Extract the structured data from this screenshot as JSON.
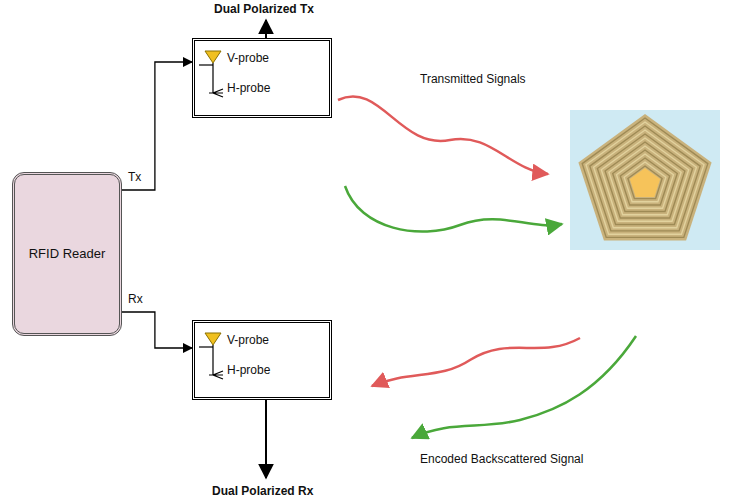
{
  "diagram": {
    "nodes": [
      {
        "text": [
          "RFID Reader"
        ]
      },
      {
        "text": [
          "V-probe",
          "H-probe"
        ]
      },
      {
        "text": [
          "V-probe",
          "H-probe"
        ]
      }
    ],
    "edges": [
      {
        "from": 0,
        "to": 1,
        "label": "Tx",
        "arrow": "to"
      },
      {
        "from": 0,
        "to": 2,
        "label": "Rx",
        "arrow": "to"
      }
    ],
    "labels": [
      "Dual Polarized Tx",
      "Transmitted Signals",
      "Encoded Backscattered Signal",
      "Dual Polarized Rx"
    ]
  }
}
